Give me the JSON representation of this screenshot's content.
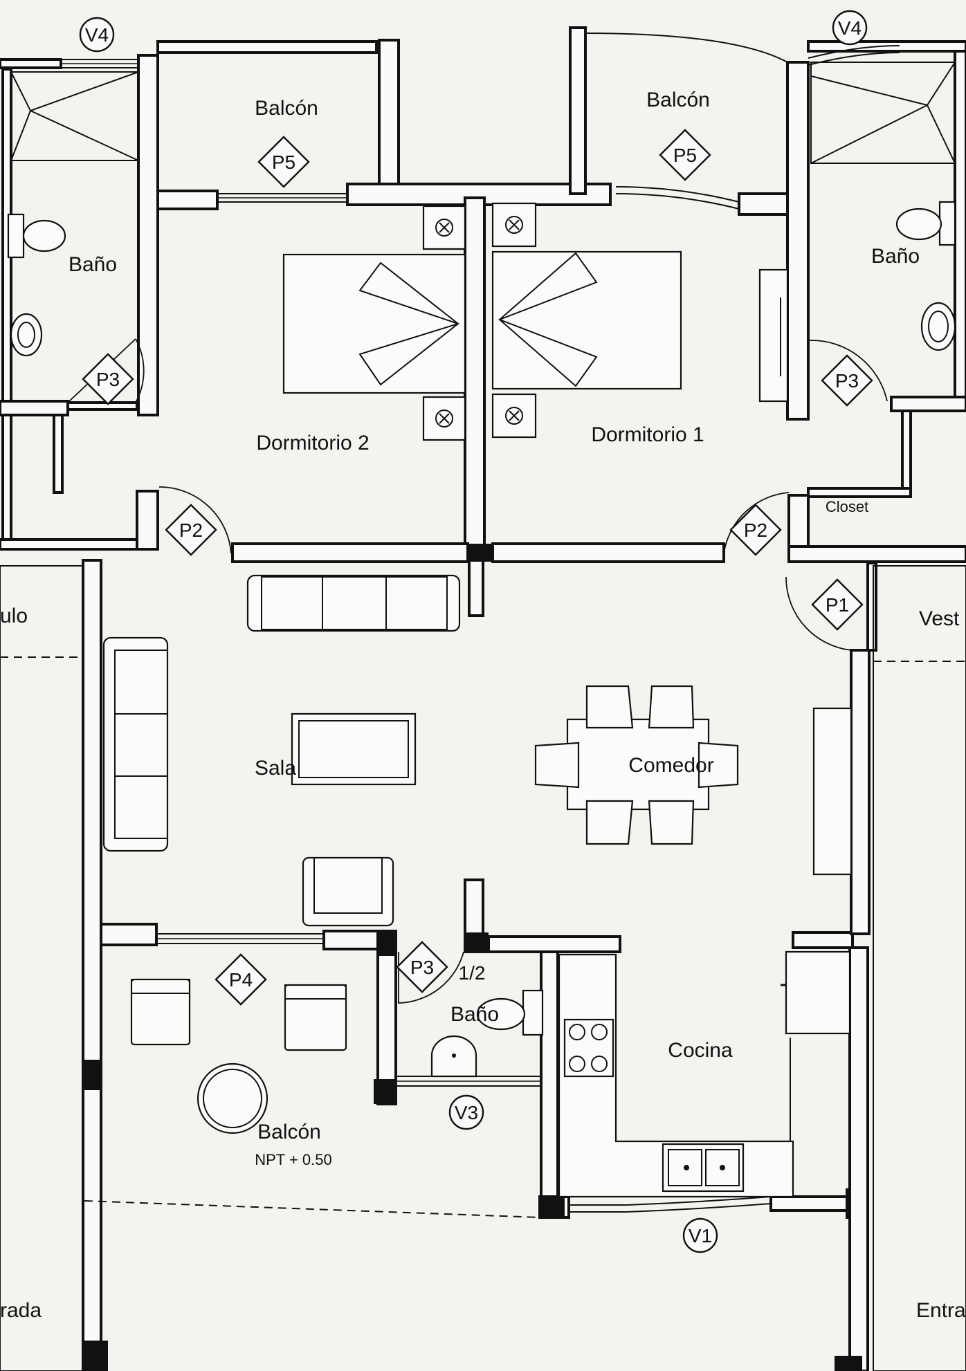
{
  "rooms": {
    "balcon_top_left": "Balcón",
    "balcon_top_right": "Balcón",
    "bano_left": "Baño",
    "bano_right": "Baño",
    "dormitorio_2": "Dormitorio 2",
    "dormitorio_1": "Dormitorio 1",
    "closet": "Closet",
    "sala": "Sala",
    "comedor": "Comedor",
    "bano_half": "Baño",
    "cocina": "Cocina",
    "balcon_bottom": "Balcón",
    "balcon_bottom_level": "NPT + 0.50",
    "edge_left_top": "ulo",
    "edge_left_bottom": "rada",
    "edge_right_top": "Vest",
    "edge_right_bottom": "Entra"
  },
  "tags": {
    "v4_left": "V4",
    "v4_right": "V4",
    "p5_left": "P5",
    "p5_right": "P5",
    "p3_left": "P3",
    "p3_right": "P3",
    "p2_left": "P2",
    "p2_right": "P2",
    "p1": "P1",
    "p4": "P4",
    "p3_half": "P3",
    "half_fraction": "1/2",
    "v3": "V3",
    "v1": "V1"
  }
}
